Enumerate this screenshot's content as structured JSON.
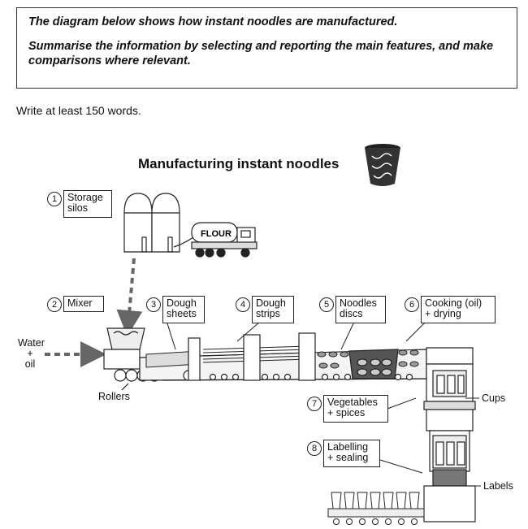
{
  "task": {
    "line1": "The diagram below shows how instant noodles are manufactured.",
    "line2": "Summarise the information by selecting and reporting the main features, and make comparisons where relevant."
  },
  "instruction": "Write at least 150 words.",
  "diagram": {
    "title": "Manufacturing instant noodles",
    "truck_label": "FLOUR",
    "inputs": {
      "water": "Water",
      "plus": "+",
      "oil": "oil"
    },
    "rollers": "Rollers",
    "cups": "Cups",
    "labels_tag": "Labels",
    "steps": [
      {
        "num": "1",
        "line1": "Storage",
        "line2": "silos"
      },
      {
        "num": "2",
        "line1": "Mixer",
        "line2": ""
      },
      {
        "num": "3",
        "line1": "Dough",
        "line2": "sheets"
      },
      {
        "num": "4",
        "line1": "Dough",
        "line2": "strips"
      },
      {
        "num": "5",
        "line1": "Noodles",
        "line2": "discs"
      },
      {
        "num": "6",
        "line1": "Cooking (oil)",
        "line2": "+ drying"
      },
      {
        "num": "7",
        "line1": "Vegetables",
        "line2": "+ spices"
      },
      {
        "num": "8",
        "line1": "Labelling",
        "line2": "+ sealing"
      }
    ]
  }
}
